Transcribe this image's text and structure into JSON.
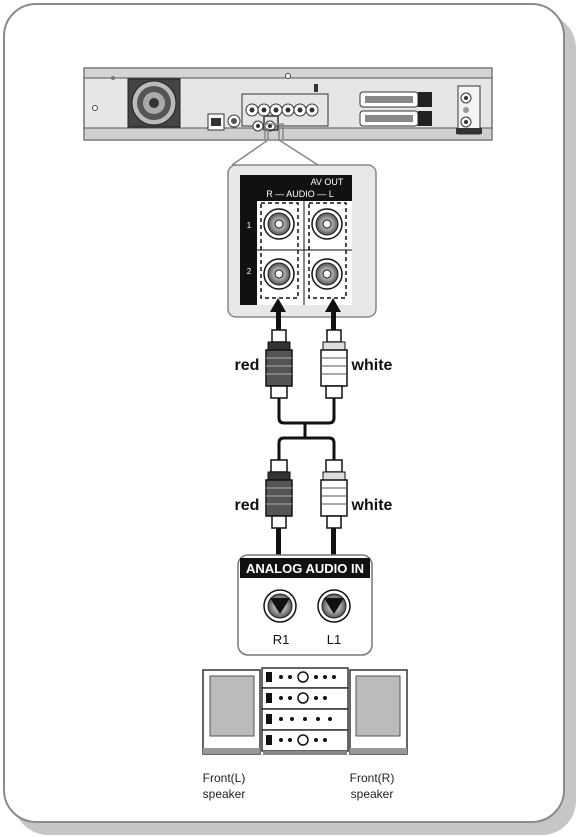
{
  "avout": {
    "title": "AV OUT",
    "channels": "R — AUDIO — L",
    "row1": "1",
    "row2": "2"
  },
  "cable_top": {
    "left_color": "red",
    "right_color": "white"
  },
  "cable_bottom": {
    "left_color": "red",
    "right_color": "white"
  },
  "analog_panel": {
    "title": "ANALOG AUDIO IN",
    "left_jack": "R1",
    "right_jack": "L1"
  },
  "speakers": {
    "left": {
      "line1": "Front(L)",
      "line2": "speaker"
    },
    "right": {
      "line1": "Front(R)",
      "line2": "speaker"
    }
  }
}
